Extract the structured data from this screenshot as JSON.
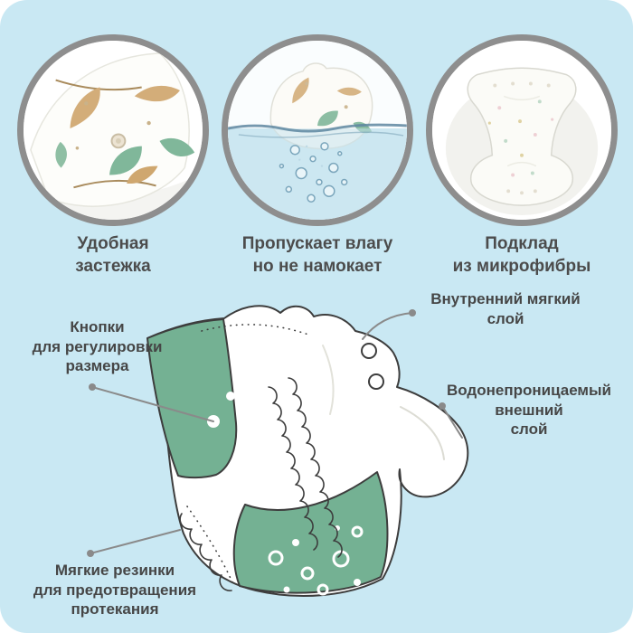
{
  "colors": {
    "background": "#c9e8f3",
    "circle_border": "#8e8e8e",
    "accent_green": "#74b193",
    "callout_gray": "#8a8a8a",
    "text": "#4c4c4c",
    "drawing_outline": "#3d3d3d"
  },
  "features": [
    {
      "id": "fastener",
      "photo": "diaper-leaf-print-fastener-closeup-photo",
      "caption": "Удобная\nзастежка"
    },
    {
      "id": "breathable",
      "photo": "diaper-floating-on-water-with-bubbles-photo",
      "caption": "Пропускает влагу\nно не намокает"
    },
    {
      "id": "lining",
      "photo": "diaper-laid-flat-photo",
      "caption": "Подклад\nиз микрофибры"
    }
  ],
  "diagram": {
    "labels": {
      "inner_layer": "Внутренний мягкий\nслой",
      "size_buttons": "Кнопки\nдля регулировки\nразмера",
      "outer_layer": "Водонепроницаемый\nвнешний\nслой",
      "leak_elastics": "Мягкие резинки\nдля предотвращения\nпротекания"
    }
  }
}
